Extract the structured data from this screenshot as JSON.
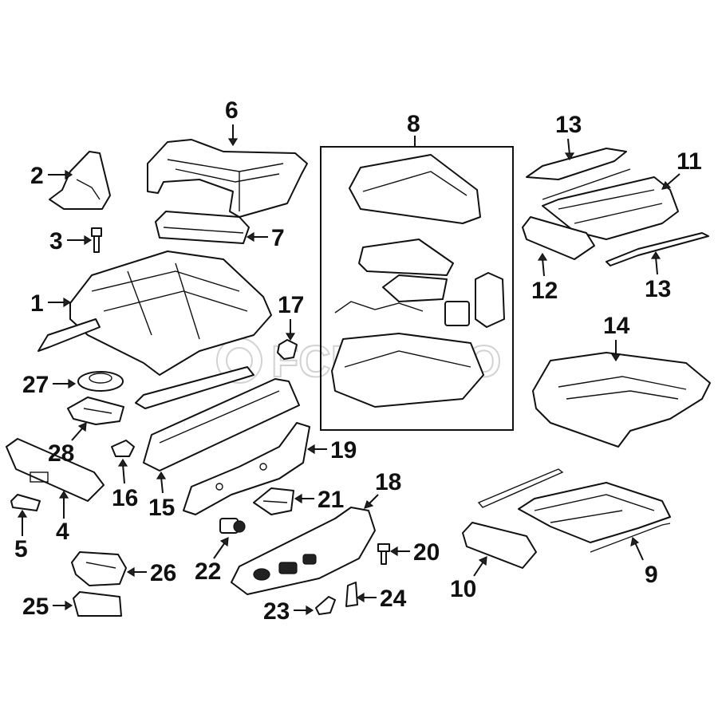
{
  "watermark": {
    "brand": "FCP EURO"
  },
  "callouts": [
    {
      "id": "c1",
      "number": "1"
    },
    {
      "id": "c2",
      "number": "2"
    },
    {
      "id": "c3",
      "number": "3"
    },
    {
      "id": "c4",
      "number": "4"
    },
    {
      "id": "c5",
      "number": "5"
    },
    {
      "id": "c6",
      "number": "6"
    },
    {
      "id": "c7",
      "number": "7"
    },
    {
      "id": "c8",
      "number": "8"
    },
    {
      "id": "c9",
      "number": "9"
    },
    {
      "id": "c10",
      "number": "10"
    },
    {
      "id": "c11",
      "number": "11"
    },
    {
      "id": "c12",
      "number": "12"
    },
    {
      "id": "c13a",
      "number": "13"
    },
    {
      "id": "c13b",
      "number": "13"
    },
    {
      "id": "c14",
      "number": "14"
    },
    {
      "id": "c15",
      "number": "15"
    },
    {
      "id": "c16",
      "number": "16"
    },
    {
      "id": "c17",
      "number": "17"
    },
    {
      "id": "c18",
      "number": "18"
    },
    {
      "id": "c19",
      "number": "19"
    },
    {
      "id": "c20",
      "number": "20"
    },
    {
      "id": "c21",
      "number": "21"
    },
    {
      "id": "c22",
      "number": "22"
    },
    {
      "id": "c23",
      "number": "23"
    },
    {
      "id": "c24",
      "number": "24"
    },
    {
      "id": "c25",
      "number": "25"
    },
    {
      "id": "c26",
      "number": "26"
    },
    {
      "id": "c27",
      "number": "27"
    },
    {
      "id": "c28",
      "number": "28"
    }
  ]
}
